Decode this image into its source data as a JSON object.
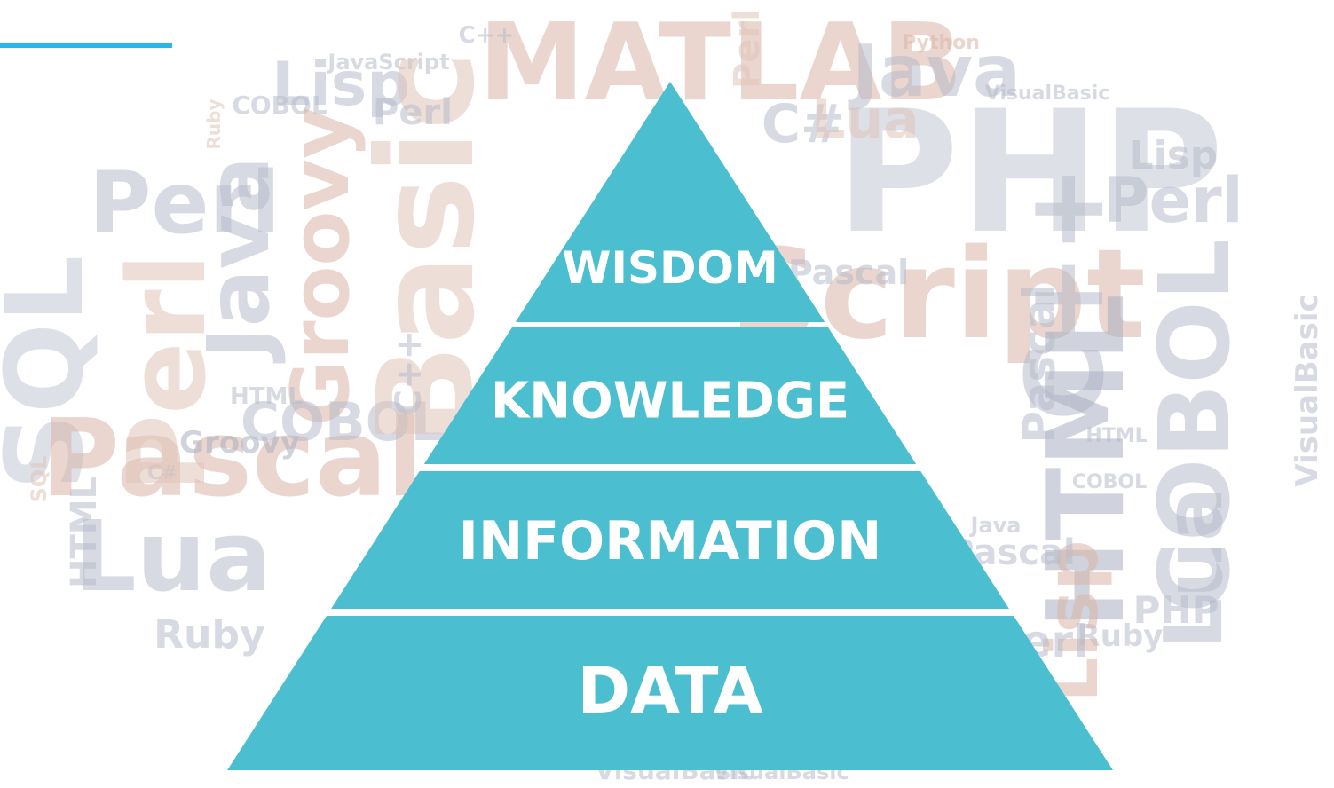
{
  "pyramid": {
    "fill_color": "#4bbfcf",
    "tiers": [
      {
        "label": "WISDOM"
      },
      {
        "label": "KNOWLEDGE"
      },
      {
        "label": "INFORMATION"
      },
      {
        "label": "DATA"
      }
    ]
  },
  "accent_color": "#29b6e8",
  "word_cloud": {
    "words": [
      "MATLAB",
      "Java",
      "PHP",
      "Python",
      "Perl",
      "Lisp",
      "VisualBasic",
      "COBOL",
      "JavaScript",
      "C++",
      "Ruby",
      "Groovy",
      "Lua",
      "SQL",
      "HTML",
      "Pascal",
      "C#",
      "Script",
      "Basic"
    ],
    "colors": [
      "#b7bccb",
      "#d9b5a8",
      "#c3c7d4",
      "#e0c4ba",
      "#aab0c2"
    ]
  }
}
